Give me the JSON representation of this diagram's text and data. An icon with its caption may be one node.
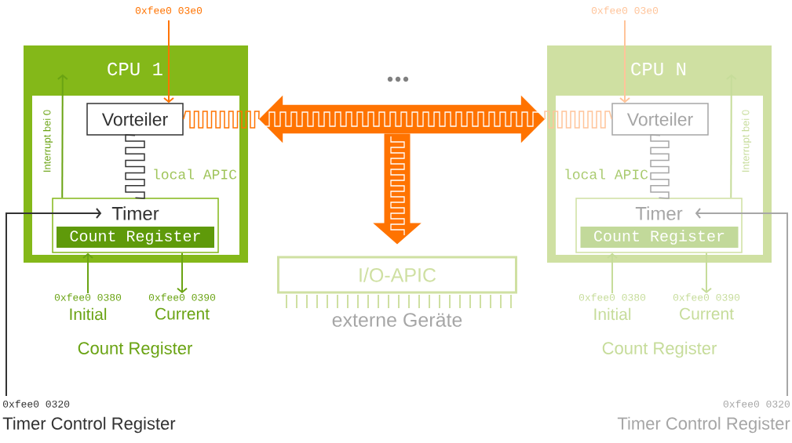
{
  "diagram": {
    "nodes": [
      {
        "text": [
          "0xfee0 03e0"
        ]
      },
      {
        "text": [
          "CPU 1"
        ]
      },
      {
        "text": [
          "local APIC"
        ],
        "in": 1
      },
      {
        "text": [
          "Vorteiler"
        ],
        "in": 2
      },
      {
        "text": [
          "Timer"
        ],
        "in": 2
      },
      {
        "text": [
          "Count Register"
        ],
        "in": 4
      },
      {
        "text": [
          "0xfee0 0380",
          "Initial"
        ]
      },
      {
        "text": [
          "0xfee0 0390",
          "Current"
        ]
      },
      {
        "text": [
          "0xfee0 0320",
          "Timer Control Register"
        ]
      },
      {
        "text": [
          "I/O-APIC"
        ],
        "beside": [
          "externe Geräte"
        ]
      },
      {
        "text": [
          "0xfee0 03e0"
        ]
      },
      {
        "text": [
          "CPU N"
        ]
      },
      {
        "text": [
          "local APIC"
        ],
        "in": 11
      },
      {
        "text": [
          "Vorteiler"
        ],
        "in": 12
      },
      {
        "text": [
          "Timer"
        ],
        "in": 12
      },
      {
        "text": [
          "Count Register"
        ],
        "in": 14
      },
      {
        "text": [
          "0xfee0 0380",
          "Initial"
        ]
      },
      {
        "text": [
          "0xfee0 0390",
          "Current"
        ]
      },
      {
        "text": [
          "0xfee0 0320",
          "Timer Control Register"
        ]
      },
      {
        "text": [],
        "shape": "bar"
      }
    ],
    "edges": [
      {
        "from": 0,
        "to": 3,
        "arrow": "to",
        "color": "#ff7300"
      },
      {
        "from": 3,
        "to": 4,
        "arrow": "none",
        "color": "#333333"
      },
      {
        "from": 4,
        "to": 1,
        "arrow": "to",
        "label": "Interrupt bei 0",
        "color": "#6aa313"
      },
      {
        "from": 6,
        "to": 4,
        "arrow": "to",
        "color": "#6aa313"
      },
      {
        "from": 4,
        "to": 7,
        "arrow": "to",
        "color": "#6aa313"
      },
      {
        "from": 8,
        "to": 4,
        "arrow": "to",
        "color": "#333333"
      },
      {
        "from": 10,
        "to": 13,
        "arrow": "to",
        "color": "#ffc49a"
      },
      {
        "from": 13,
        "to": 14,
        "arrow": "none",
        "color": "#a6a6a6"
      },
      {
        "from": 14,
        "to": 11,
        "arrow": "to",
        "label": "Interrupt bei 0",
        "color": "#c6dc9a"
      },
      {
        "from": 16,
        "to": 14,
        "arrow": "to",
        "color": "#c6dc9a"
      },
      {
        "from": 14,
        "to": 17,
        "arrow": "to",
        "color": "#c6dc9a"
      },
      {
        "from": 18,
        "to": 14,
        "arrow": "to",
        "color": "#a6a6a6"
      },
      {
        "from": 19,
        "to": 3,
        "arrow": "none",
        "color": "#ff7300"
      },
      {
        "from": 19,
        "to": 13,
        "arrow": "none",
        "color": "#ffc49a"
      },
      {
        "from": 19,
        "to": 9,
        "arrow": "to",
        "style": "thick",
        "color": "#ff7300"
      }
    ],
    "labels": [
      "Count Register",
      "Count Register"
    ]
  }
}
